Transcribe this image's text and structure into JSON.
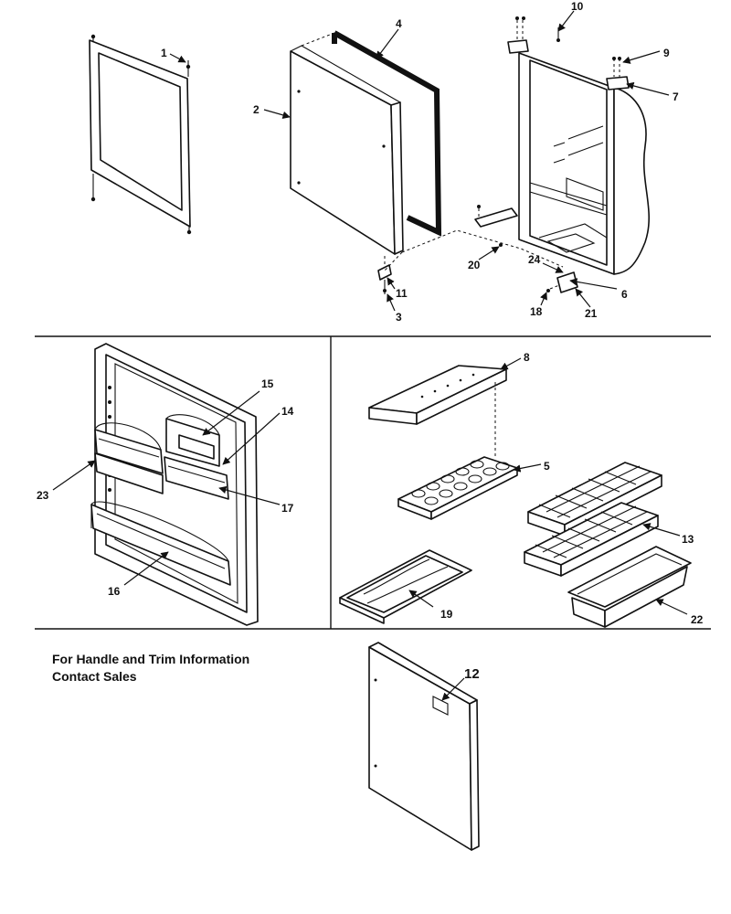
{
  "note": {
    "line1": "For Handle and Trim Information",
    "line2": "Contact Sales"
  },
  "callouts": {
    "p1": "1",
    "p2": "2",
    "p3": "3",
    "p4": "4",
    "p5": "5",
    "p6": "6",
    "p7": "7",
    "p8": "8",
    "p9": "9",
    "p10": "10",
    "p11": "11",
    "p12": "12",
    "p13": "13",
    "p14": "14",
    "p15": "15",
    "p16": "16",
    "p17": "17",
    "p18": "18",
    "p19": "19",
    "p20": "20",
    "p21": "21",
    "p22": "22",
    "p23": "23",
    "p24": "24"
  }
}
